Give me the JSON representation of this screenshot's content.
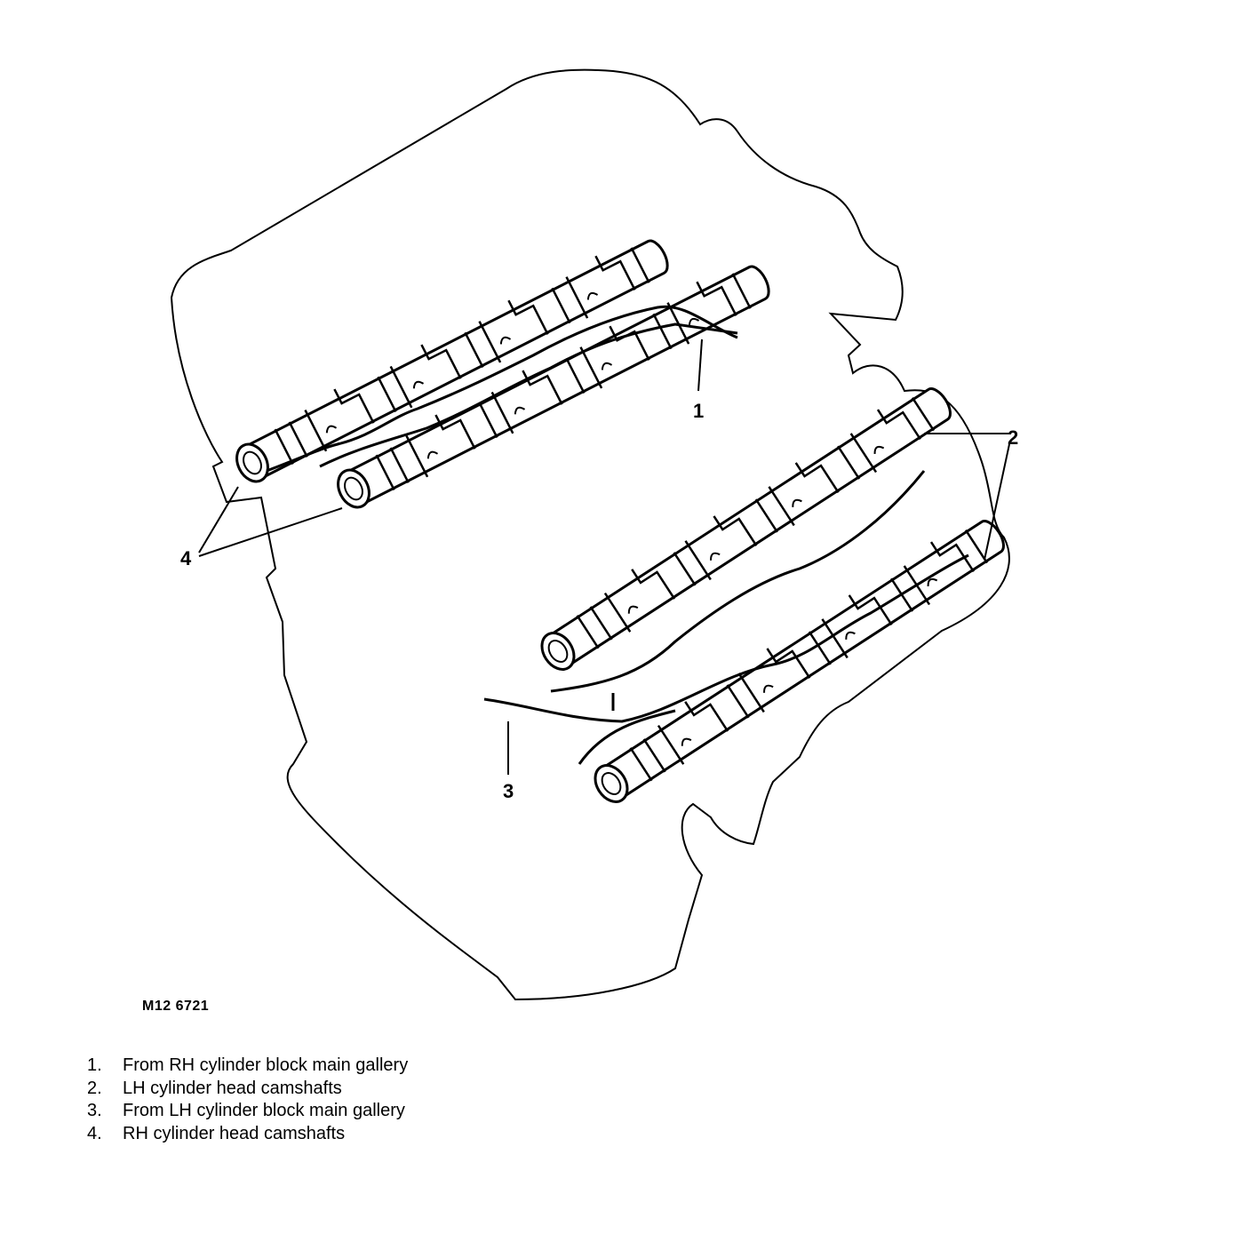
{
  "figure": {
    "reference_code": "M12 6721",
    "callouts": {
      "c1": "1",
      "c2": "2",
      "c3": "3",
      "c4": "4"
    }
  },
  "legend": {
    "items": [
      {
        "number": "1.",
        "text": "From RH cylinder block main gallery"
      },
      {
        "number": "2.",
        "text": "LH cylinder head camshafts"
      },
      {
        "number": "3.",
        "text": "From LH cylinder block main gallery"
      },
      {
        "number": "4.",
        "text": "RH cylinder head camshafts"
      }
    ]
  }
}
